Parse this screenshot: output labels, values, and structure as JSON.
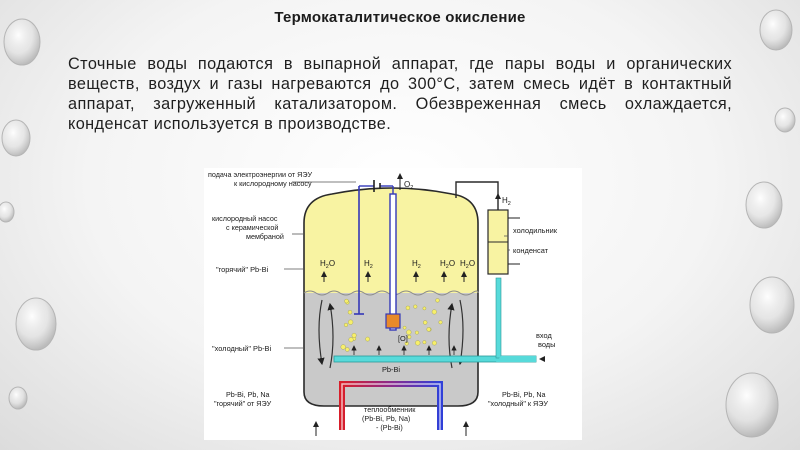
{
  "title": "Термокаталитическое окисление",
  "paragraph": "Сточные воды подаются в выпарной аппарат, где пары воды и органических веществ, воздух и газы нагреваются до 300°С, затем смесь идёт в контактный аппарат, загруженный катализатором. Обезвреженная смесь охлаждается, конденсат используется в производстве.",
  "diagram": {
    "labels": {
      "power_line1": "подача электроэнергии от ЯЭУ",
      "power_line2": "к кислородному насосу",
      "o2": "O",
      "o2_sub": "2",
      "pump_line1": "кислородный насос",
      "pump_line2": "с керамической",
      "pump_line3": "мембраной",
      "hot_pbbi": "\"горячий\" Pb-Bi",
      "cold_pbbi": "\"холодный\" Pb-Bi",
      "h2_top": "H",
      "h2_top_sub": "2",
      "cooler": "холодильник",
      "condensate": "конденсат",
      "water_inlet_line1": "вход",
      "water_inlet_line2": "воды",
      "o_center": "[O]",
      "pb_bi_center": "Pb-Bi",
      "hot_in_line1": "Pb-Bi, Pb, Na",
      "hot_in_line2": "\"горячий\" от ЯЭУ",
      "cold_out_line1": "Pb-Bi, Pb, Na",
      "cold_out_line2": "\"холодный\" к ЯЭУ",
      "hx_line1": "теплообменник",
      "hx_line2": "(Pb-Bi, Pb, Na)",
      "hx_line3": "- (Pb-Bi)"
    },
    "gas_labels": [
      {
        "main": "H",
        "sub": "2",
        "tail": "O"
      },
      {
        "main": "H",
        "sub": "2",
        "tail": ""
      },
      {
        "main": "H",
        "sub": "2",
        "tail": ""
      },
      {
        "main": "H",
        "sub": "2",
        "tail": "O"
      },
      {
        "main": "H",
        "sub": "2",
        "tail": "O"
      }
    ],
    "colors": {
      "vapor": "#f8f3a2",
      "liquid": "#c9c9c9",
      "tube": "#57dada",
      "hot": "#d81e2a",
      "cold": "#3040d8",
      "electrode": "#3438b8",
      "cooler": "#f8f3a2"
    }
  }
}
